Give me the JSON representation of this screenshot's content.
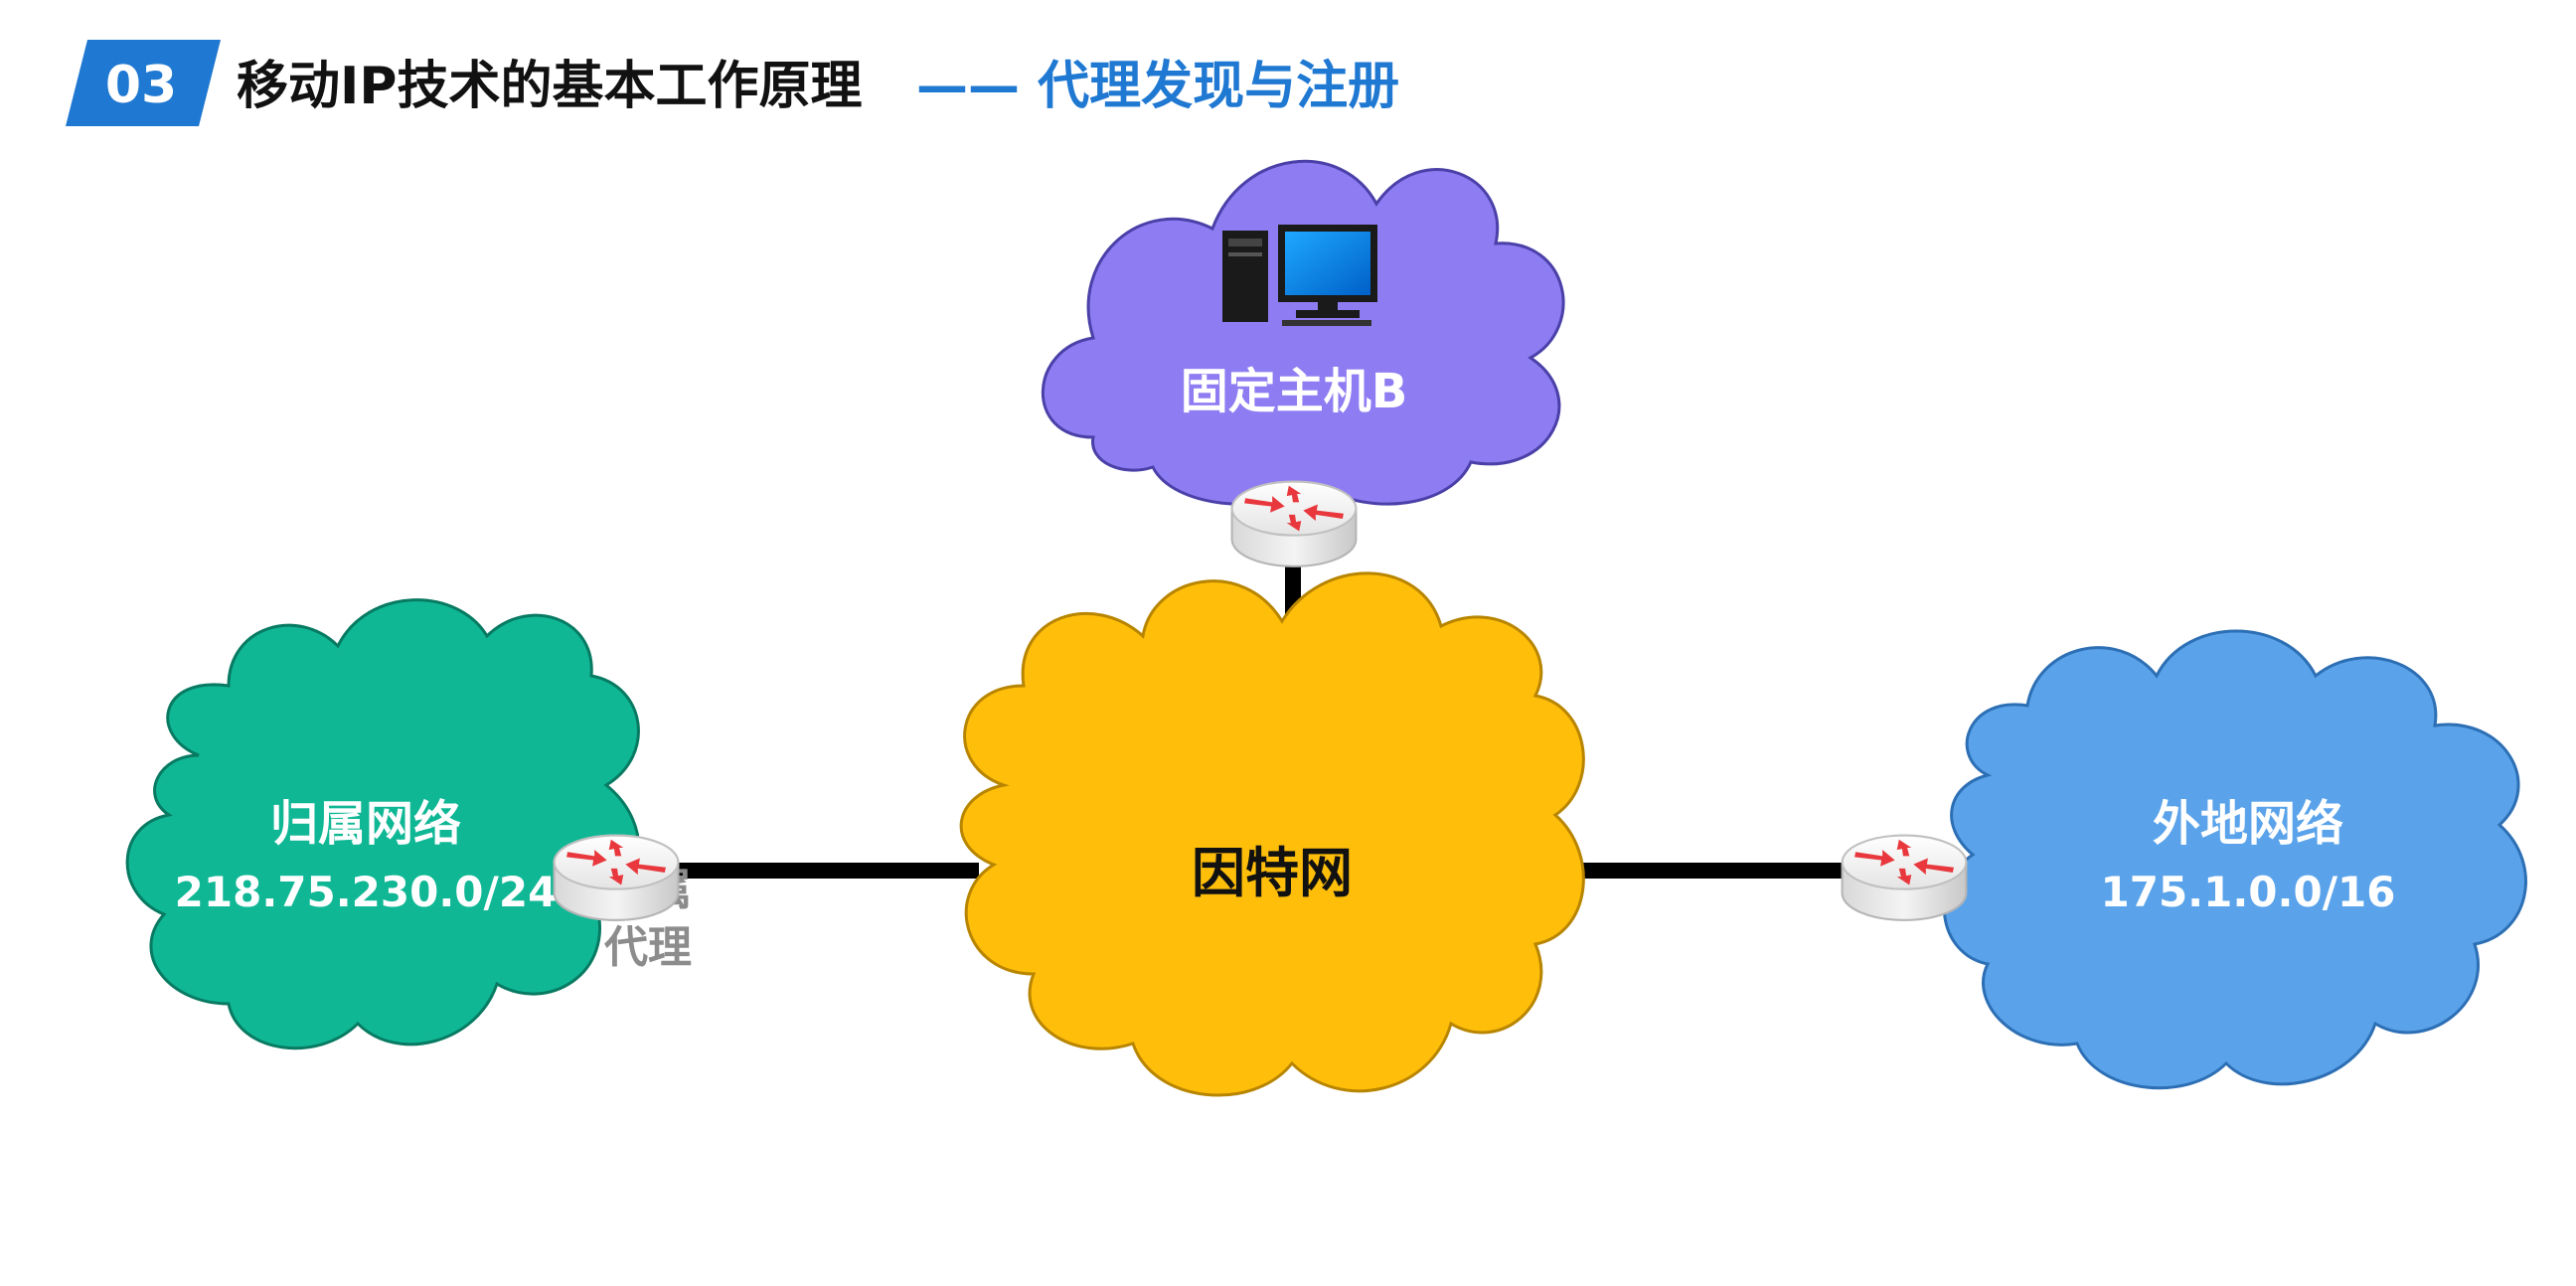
{
  "header": {
    "section_number": "03",
    "title": "移动IP技术的基本工作原理",
    "subtitle": "—— 代理发现与注册"
  },
  "nodes": {
    "fixed_host": {
      "label": "固定主机B"
    },
    "internet": {
      "label": "因特网"
    },
    "home_network": {
      "label": "归属网络",
      "subnet": "218.75.230.0/24"
    },
    "foreign_network": {
      "label": "外地网络",
      "subnet": "175.1.0.0/16"
    },
    "home_agent": {
      "label_line1": "归属",
      "label_line2": "代理"
    }
  },
  "colors": {
    "accent_blue": "#1f78d1",
    "title_text": "#111111",
    "cloud_purple": "#8e7cf2",
    "cloud_yellow": "#ffbe0a",
    "cloud_teal": "#0fb795",
    "cloud_blue": "#5aa3ea",
    "link_line": "#000000"
  },
  "icons": {
    "computer": "desktop-computer-icon",
    "router": "router-icon"
  }
}
